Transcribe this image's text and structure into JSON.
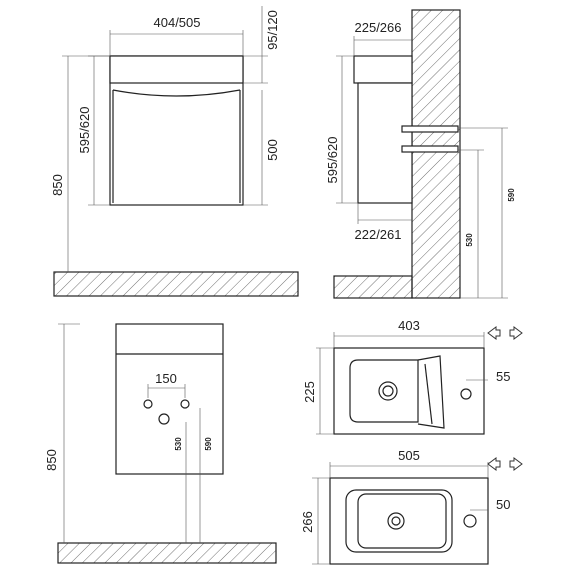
{
  "views": {
    "front_top": {
      "width_label": "404/505",
      "top_depth_label": "95/120",
      "cabinet_height_label": "595/620",
      "door_height_label": "500",
      "floor_height_label": "850"
    },
    "side": {
      "top_depth_label": "225/266",
      "bottom_depth_label": "222/261",
      "cabinet_height_label": "595/620",
      "pipe_530_label": "530",
      "pipe_590_label": "590"
    },
    "front_bottom": {
      "hole_spacing_label": "150",
      "pipe_530_label": "530",
      "pipe_590_label": "590",
      "floor_height_label": "850"
    },
    "basin_small": {
      "width_label": "403",
      "depth_label": "225",
      "hole_label": "55"
    },
    "basin_large": {
      "width_label": "505",
      "depth_label": "266",
      "hole_label": "50"
    }
  },
  "icons": {
    "direction_arrows": "double-arrow-icon"
  }
}
